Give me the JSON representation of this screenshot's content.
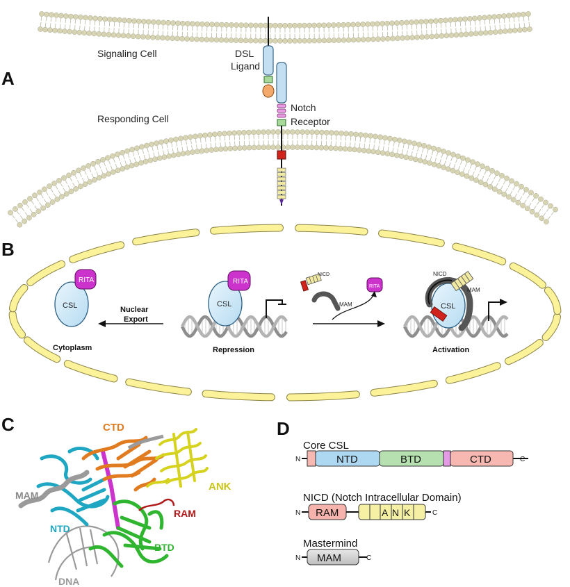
{
  "panels": {
    "a": "A",
    "b": "B",
    "c": "C",
    "d": "D"
  },
  "panel_a": {
    "signaling_cell": "Signaling Cell",
    "responding_cell": "Responding Cell",
    "dsl_line1": "DSL",
    "dsl_line2": "Ligand",
    "notch_line1": "Notch",
    "notch_line2": "Receptor"
  },
  "panel_b": {
    "csl": "CSL",
    "rita": "RITA",
    "nuclear_line1": "Nuclear",
    "nuclear_line2": "Export",
    "cytoplasm": "Cytoplasm",
    "repression": "Repression",
    "activation": "Activation",
    "nicd": "NICD",
    "mam": "MAM"
  },
  "panel_c": {
    "ctd": "CTD",
    "ank": "ANK",
    "mam": "MAM",
    "ram": "RAM",
    "ntd": "NTD",
    "btd": "BTD",
    "dna": "DNA"
  },
  "panel_d": {
    "core_title": "Core CSL",
    "nicd_title": "NICD (Notch Intracellular Domain)",
    "mastermind_title": "Mastermind",
    "n_term": "N",
    "c_term": "C",
    "ntd": "NTD",
    "btd": "BTD",
    "ctd": "CTD",
    "ram": "RAM",
    "ank_a": "A",
    "ank_n": "N",
    "ank_k": "K",
    "mam": "MAM"
  },
  "colors": {
    "membrane_head": "#d7d4b4",
    "membrane_tail": "#b9b7a0",
    "nucleus_fill": "#fbf29a",
    "nucleus_stroke": "#8c8344",
    "csl_fill": "#cfe8f7",
    "csl_stroke": "#2a5d82",
    "rita_fill": "#cc33cc",
    "ligand_fill": "#c4dff2",
    "ligand_green": "#a8d89a",
    "ligand_orange": "#f2a96b",
    "receptor_pink": "#e89be0",
    "receptor_red": "#d0231c",
    "receptor_yellow": "#f2eaa2",
    "ntd_fill": "#aed8f2",
    "btd_fill": "#b6e0b0",
    "ctd_fill": "#f6b8b0",
    "linker_pink": "#e59ae6",
    "ram_fill": "#f6b3ad",
    "ank_fill": "#f6f0a4",
    "mam_fill": "#c8c8c8",
    "label_ctd": "#e07b1f",
    "label_ank": "#c9c41a",
    "label_mam": "#8a8a8a",
    "label_ram": "#b01818",
    "label_ntd": "#1ea6c2",
    "label_btd": "#2fb52f",
    "label_dna": "#9a9a9a"
  }
}
